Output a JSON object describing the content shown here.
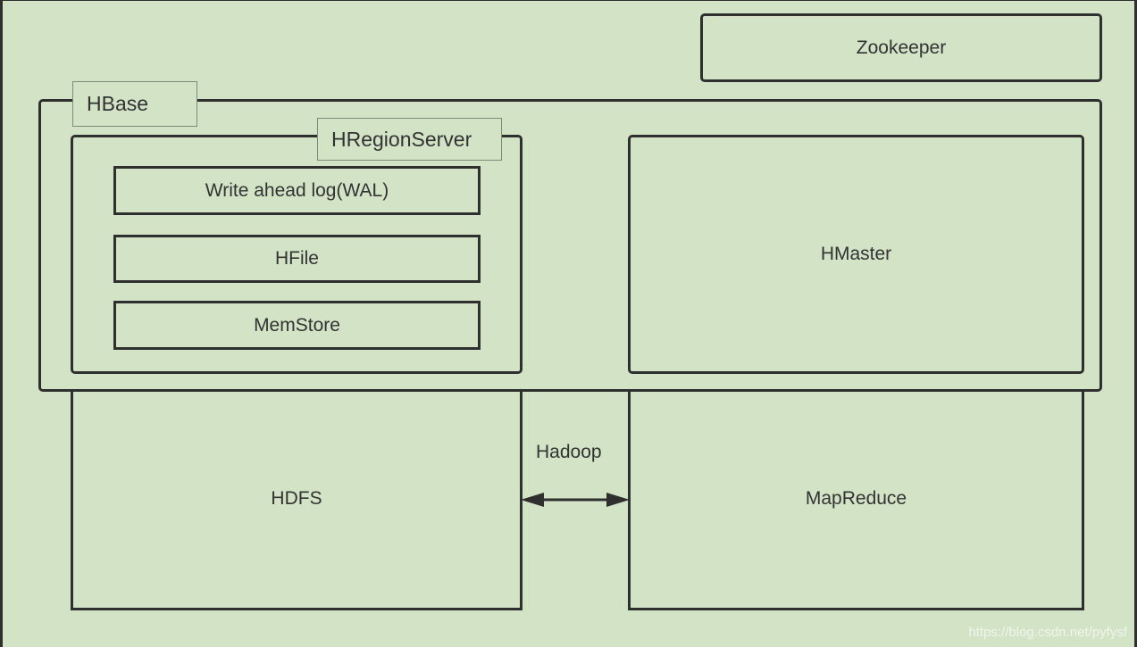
{
  "nodes": {
    "zookeeper": "Zookeeper",
    "hbase": "HBase",
    "hregionserver": "HRegionServer",
    "wal": "Write ahead log(WAL)",
    "hfile": "HFile",
    "memstore": "MemStore",
    "hmaster": "HMaster",
    "hdfs": "HDFS",
    "mapreduce": "MapReduce"
  },
  "edges": [
    {
      "from": "hdfs",
      "to": "mapreduce",
      "label": "Hadoop",
      "direction": "bidirectional"
    }
  ],
  "watermark": "https://blog.csdn.net/pyfysf",
  "colors": {
    "background": "#d3e3c6",
    "stroke": "#2f2f2f"
  }
}
